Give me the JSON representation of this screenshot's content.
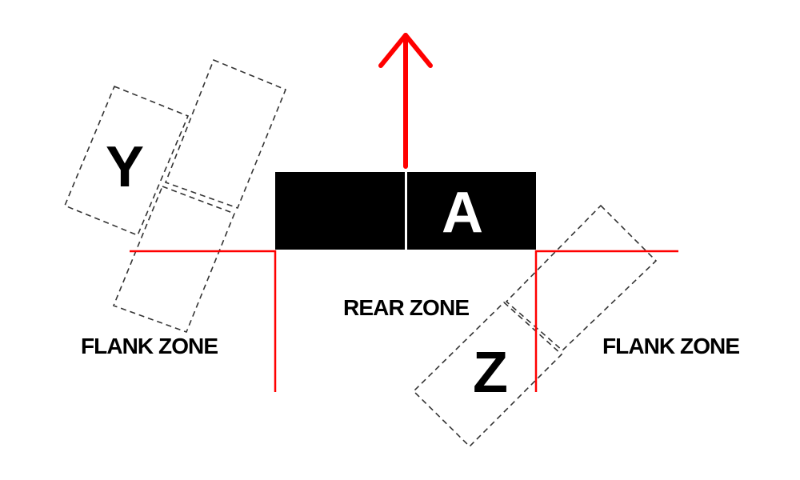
{
  "units": {
    "y_label": "Y",
    "a_label": "A",
    "z_label": "Z"
  },
  "zones": {
    "rear": "REAR ZONE",
    "flank_left": "FLANK ZONE",
    "flank_right": "FLANK ZONE"
  },
  "colors": {
    "zone_line": "#ff0000",
    "arrow": "#ff0000",
    "unit_block": "#000000",
    "dashed": "#333333"
  }
}
